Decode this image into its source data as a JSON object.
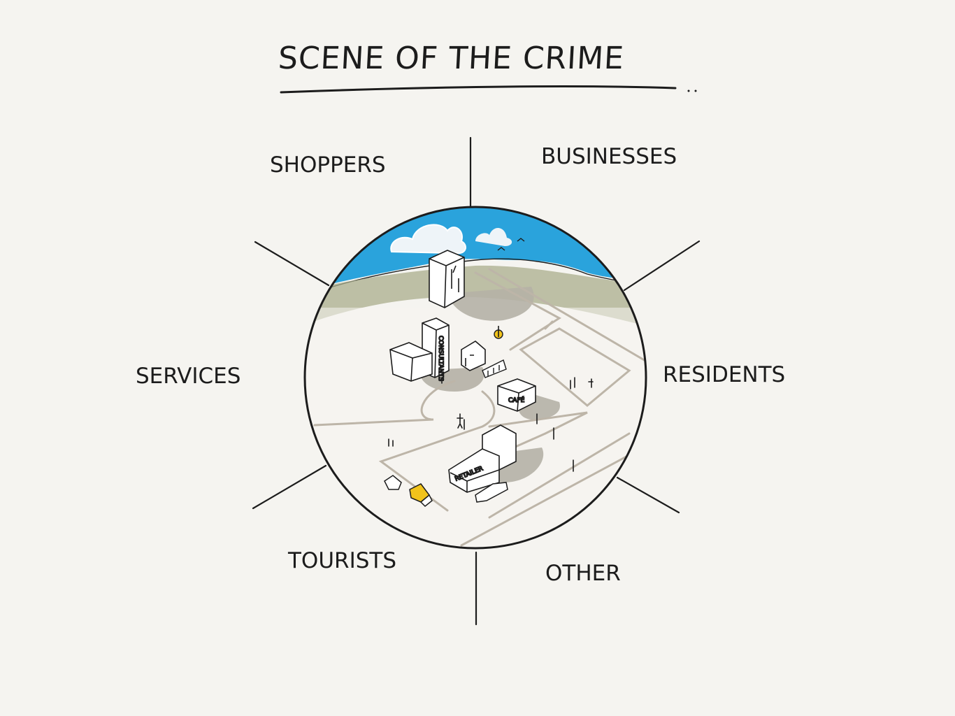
{
  "diagram": {
    "title": "SCENE OF THE CRIME",
    "segments": [
      {
        "id": "shoppers",
        "label": "SHOPPERS"
      },
      {
        "id": "businesses",
        "label": "BUSINESSES"
      },
      {
        "id": "services",
        "label": "SERVICES"
      },
      {
        "id": "residents",
        "label": "RESIDENTS"
      },
      {
        "id": "tourists",
        "label": "TOURISTS"
      },
      {
        "id": "other",
        "label": "OTHER"
      }
    ],
    "scene": {
      "cafe_sign": "CAFÉ",
      "retailer_sign": "RETAILER",
      "tower_sign": "CONSULTANTS"
    },
    "colors": {
      "background": "#f5f4f0",
      "ink": "#1c1c1c",
      "sky": "#2aa3dc",
      "grass": "#a9ae8c",
      "shadow": "#b5b1a6",
      "road": "#bdb5a8",
      "highlight": "#f1c31b"
    }
  }
}
